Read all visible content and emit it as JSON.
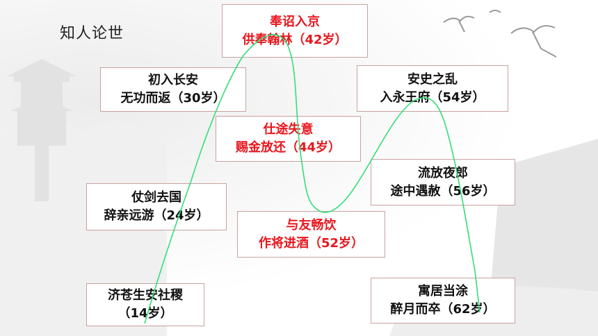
{
  "title": "知人论世",
  "colors": {
    "curve": "#33dd77",
    "highlight": "#e8161d",
    "text": "#111111",
    "border": "#c9a0a0"
  },
  "decoration": {
    "top_right": "cranes-icon",
    "left": "pavilion-icon",
    "bottom_right": "temple-icon"
  },
  "nodes": {
    "n14": {
      "line1": "济苍生安社稷",
      "line2": "（14岁）",
      "highlight": false
    },
    "n24": {
      "line1": "仗剑去国",
      "line2": "辞亲远游（24岁）",
      "highlight": false
    },
    "n30": {
      "line1": "初入长安",
      "line2": "无功而返（30岁）",
      "highlight": false
    },
    "n42": {
      "line1": "奉诏入京",
      "line2": "供奉翰林（42岁）",
      "highlight": true
    },
    "n44": {
      "line1": "仕途失意",
      "line2": "赐金放还（44岁）",
      "highlight": true
    },
    "n52": {
      "line1": "与友畅饮",
      "line2": "作将进酒（52岁）",
      "highlight": true
    },
    "n54": {
      "line1": "安史之乱",
      "line2": "入永王府（54岁）",
      "highlight": false
    },
    "n56": {
      "line1": "流放夜郎",
      "line2": "途中遇赦（56岁）",
      "highlight": false
    },
    "n62": {
      "line1": "寓居当涂",
      "line2": "醉月而卒（62岁）",
      "highlight": false
    }
  }
}
